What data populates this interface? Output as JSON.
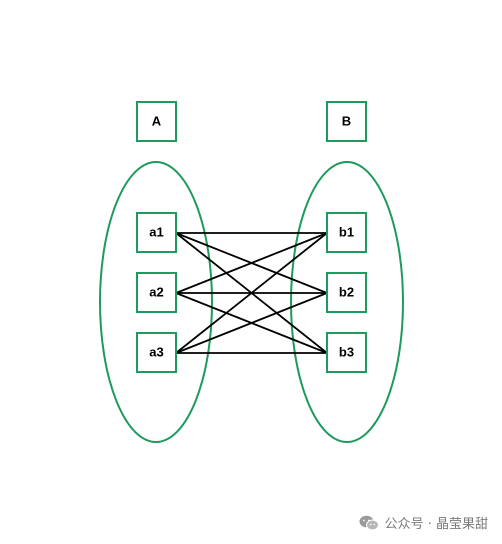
{
  "colors": {
    "node_border": "#1e9a5e",
    "set_outline": "#1e9a5e",
    "edge": "#000000",
    "background": "#ffffff",
    "watermark_text": "#7a7a7a"
  },
  "sets": [
    {
      "id": "A",
      "label": "A"
    },
    {
      "id": "B",
      "label": "B"
    }
  ],
  "elements": {
    "A": [
      {
        "id": "a1",
        "label": "a1"
      },
      {
        "id": "a2",
        "label": "a2"
      },
      {
        "id": "a3",
        "label": "a3"
      }
    ],
    "B": [
      {
        "id": "b1",
        "label": "b1"
      },
      {
        "id": "b2",
        "label": "b2"
      },
      {
        "id": "b3",
        "label": "b3"
      }
    ]
  },
  "edges": [
    [
      "a1",
      "b1"
    ],
    [
      "a1",
      "b2"
    ],
    [
      "a1",
      "b3"
    ],
    [
      "a2",
      "b1"
    ],
    [
      "a2",
      "b2"
    ],
    [
      "a2",
      "b3"
    ],
    [
      "a3",
      "b1"
    ],
    [
      "a3",
      "b2"
    ],
    [
      "a3",
      "b3"
    ]
  ],
  "watermark": {
    "icon": "wechat-icon",
    "text": "公众号 · 晶莹果甜"
  }
}
